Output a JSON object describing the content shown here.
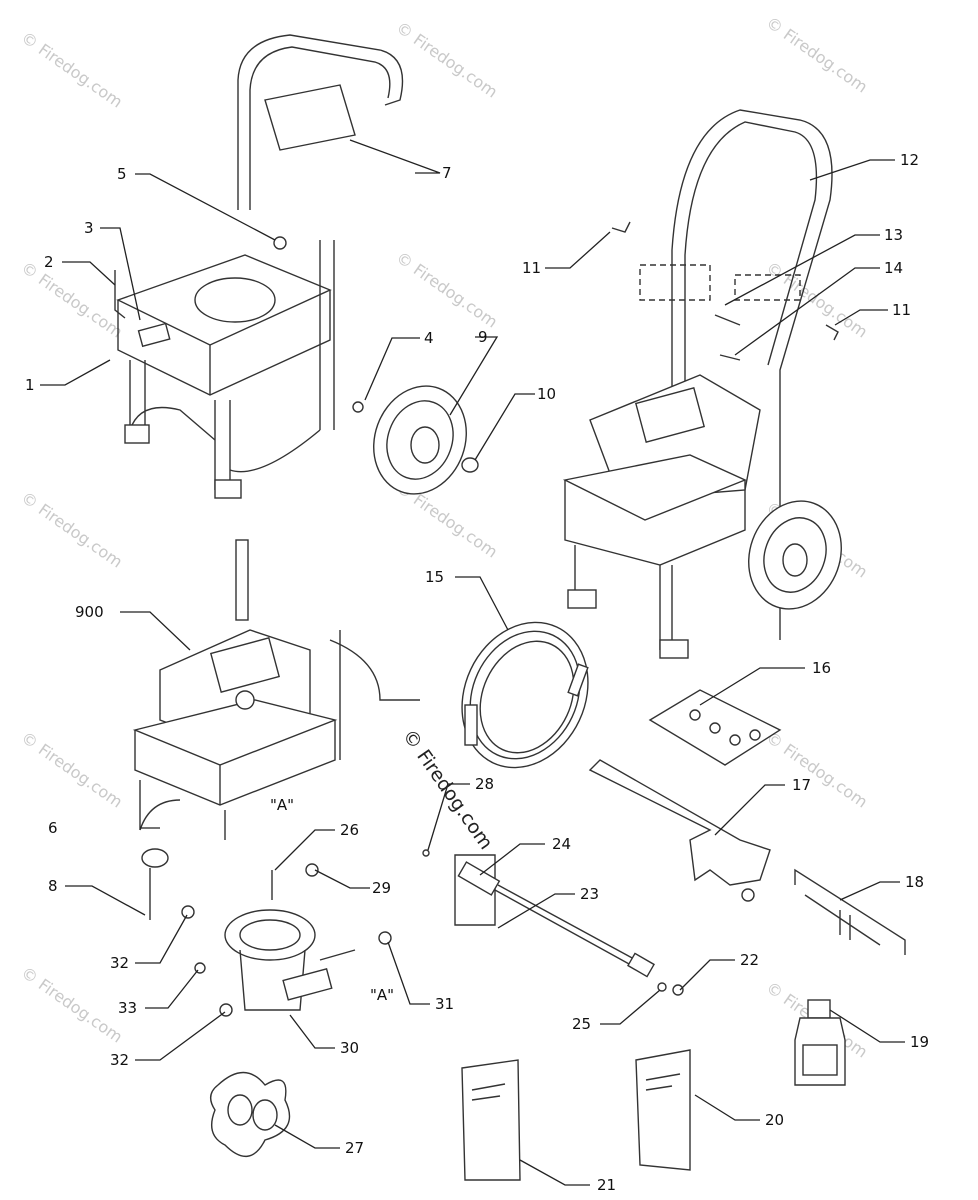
{
  "watermark": {
    "text": "© Firedog.com",
    "color": "#c9c9c9"
  },
  "center_watermark": "© Firedog.com",
  "quote_labels": {
    "left": "\"A\"",
    "right": "\"A\""
  },
  "callouts": {
    "c1": "1",
    "c2": "2",
    "c3": "3",
    "c4": "4",
    "c5": "5",
    "c6": "6",
    "c7": "7",
    "c8": "8",
    "c9": "9",
    "c10": "10",
    "c11a": "11",
    "c11b": "11",
    "c12": "12",
    "c13": "13",
    "c14": "14",
    "c15": "15",
    "c16": "16",
    "c17": "17",
    "c18": "18",
    "c19": "19",
    "c20": "20",
    "c21": "21",
    "c22": "22",
    "c23": "23",
    "c24": "24",
    "c25": "25",
    "c26": "26",
    "c27": "27",
    "c28": "28",
    "c29": "29",
    "c30": "30",
    "c31": "31",
    "c32a": "32",
    "c32b": "32",
    "c33": "33",
    "c900": "900"
  }
}
